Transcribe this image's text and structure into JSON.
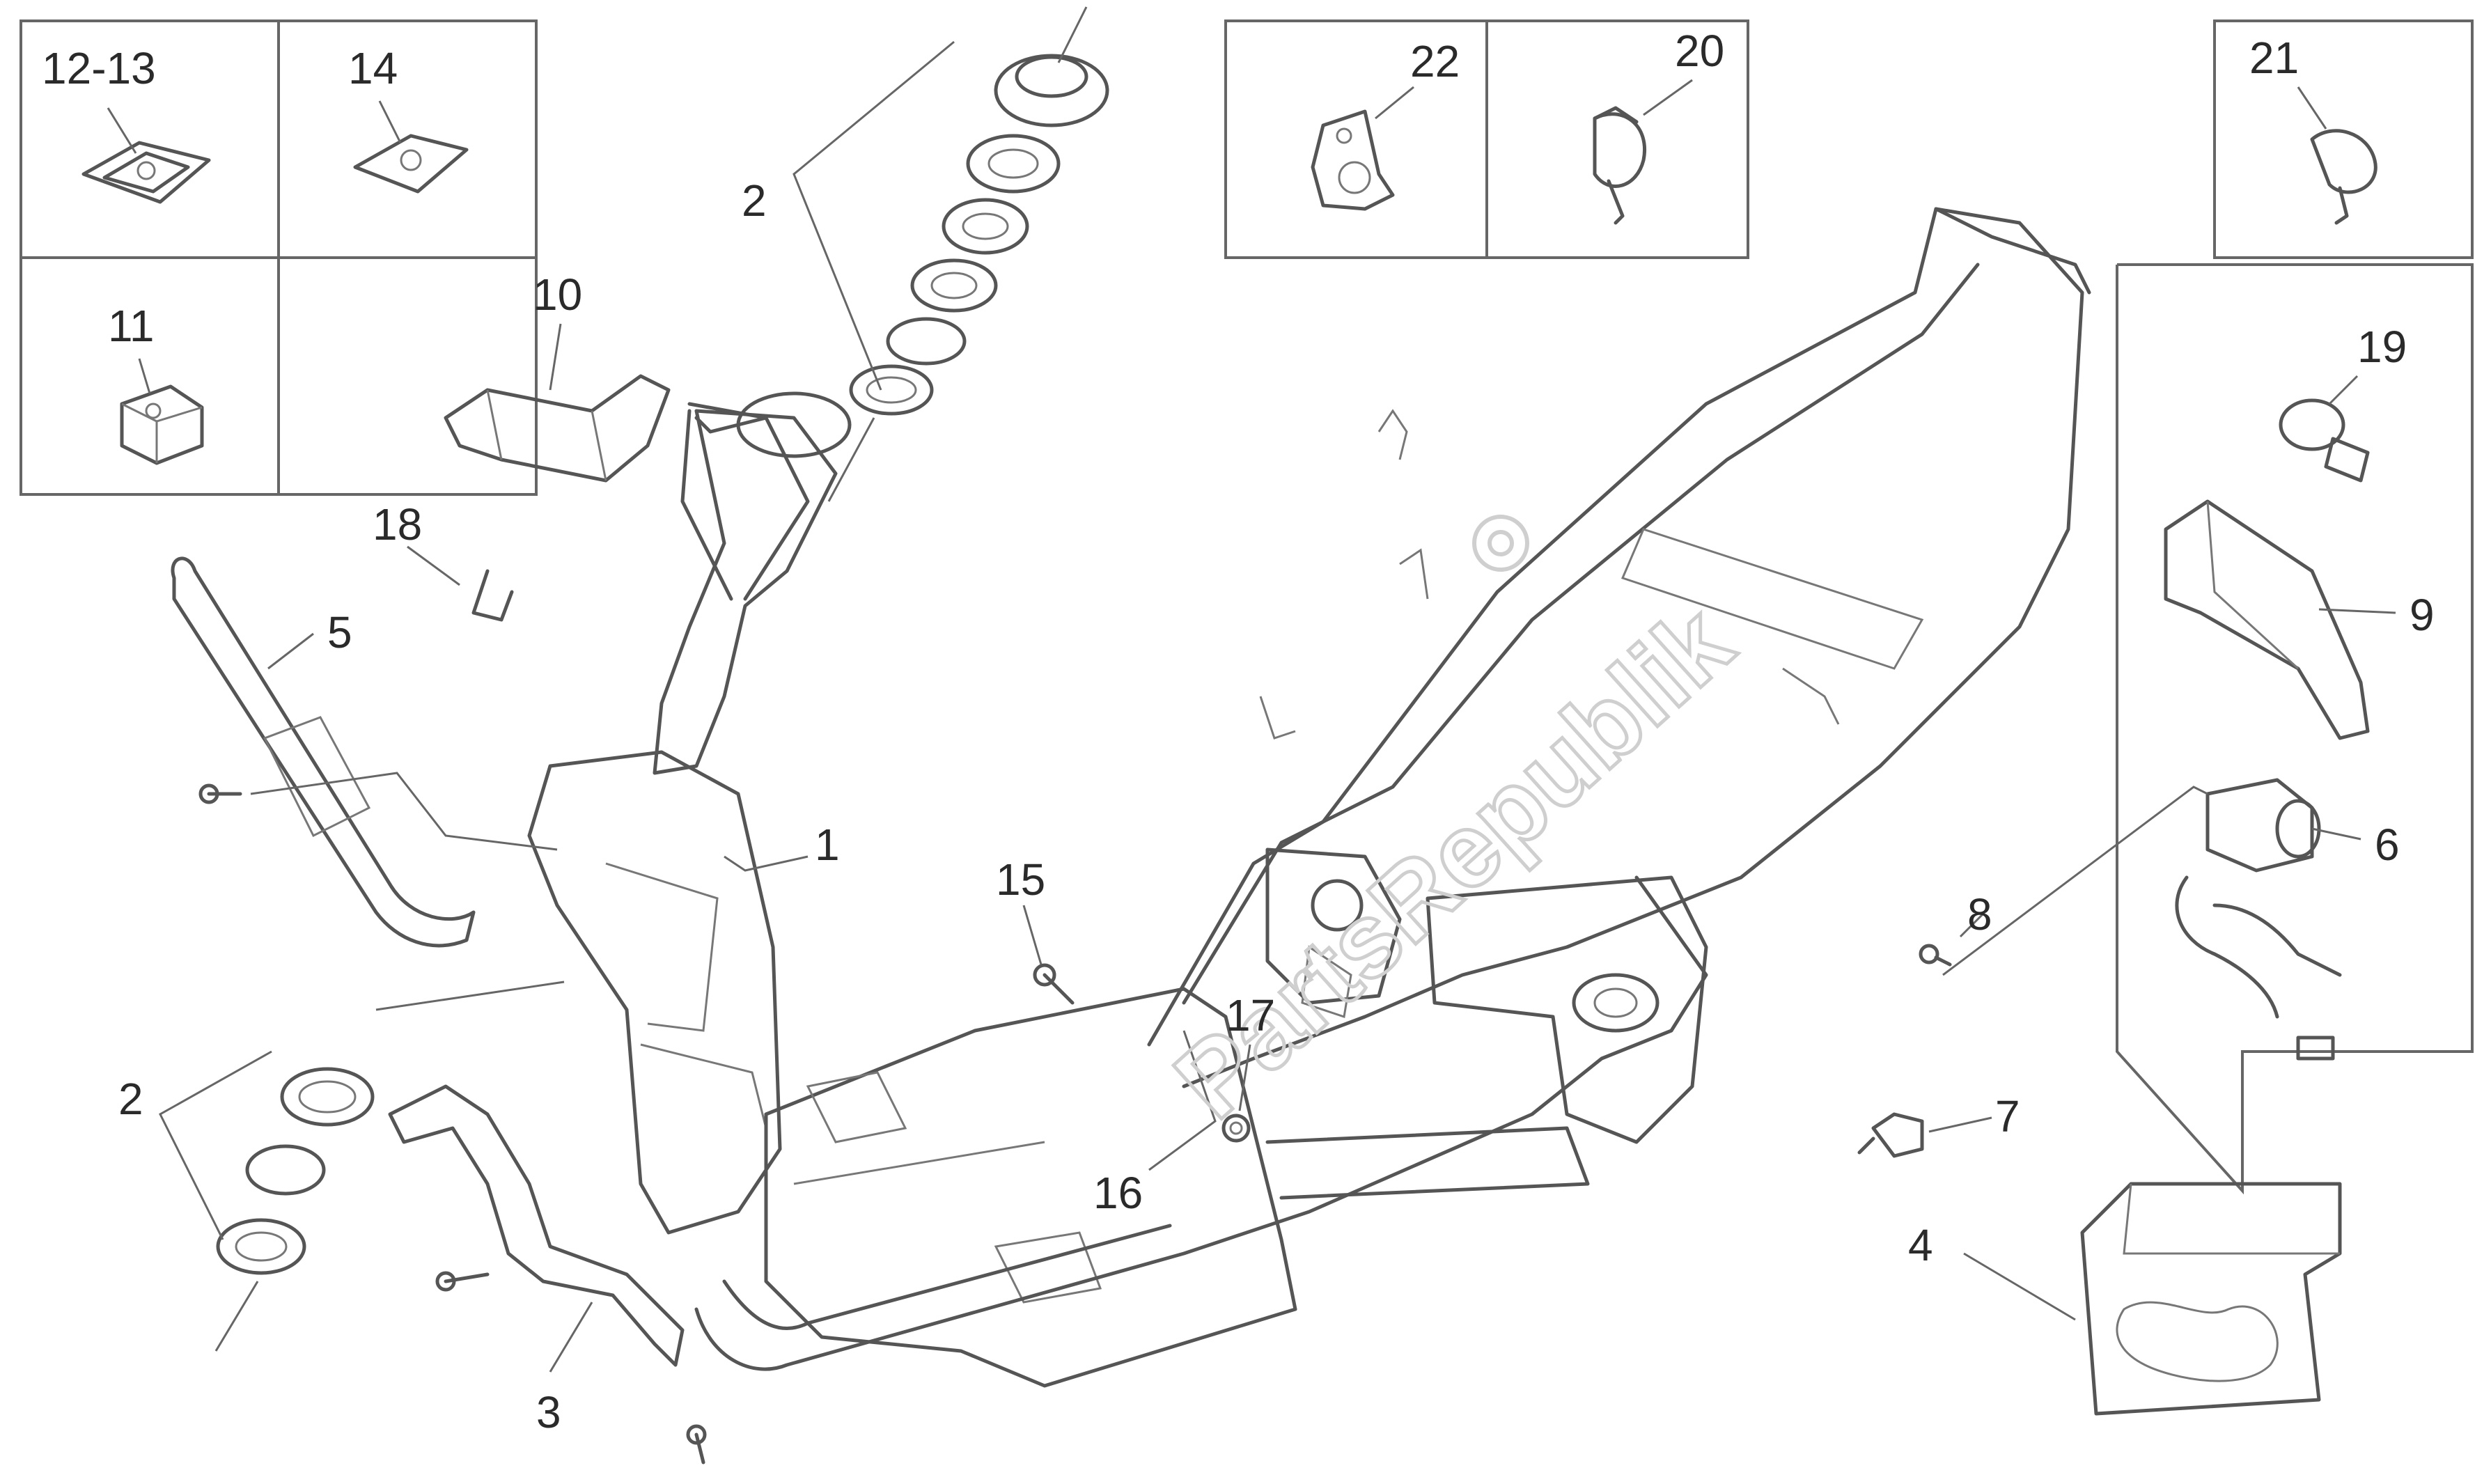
{
  "watermark": "PartsRepublik",
  "callouts": {
    "c1": "1",
    "c2a": "2",
    "c2b": "2",
    "c3": "3",
    "c4": "4",
    "c5": "5",
    "c6": "6",
    "c7": "7",
    "c8": "8",
    "c9": "9",
    "c10": "10",
    "c11": "11",
    "c1213": "12-13",
    "c14": "14",
    "c15": "15",
    "c16": "16",
    "c17": "17",
    "c18": "18",
    "c19": "19",
    "c20": "20",
    "c21": "21",
    "c22": "22"
  }
}
